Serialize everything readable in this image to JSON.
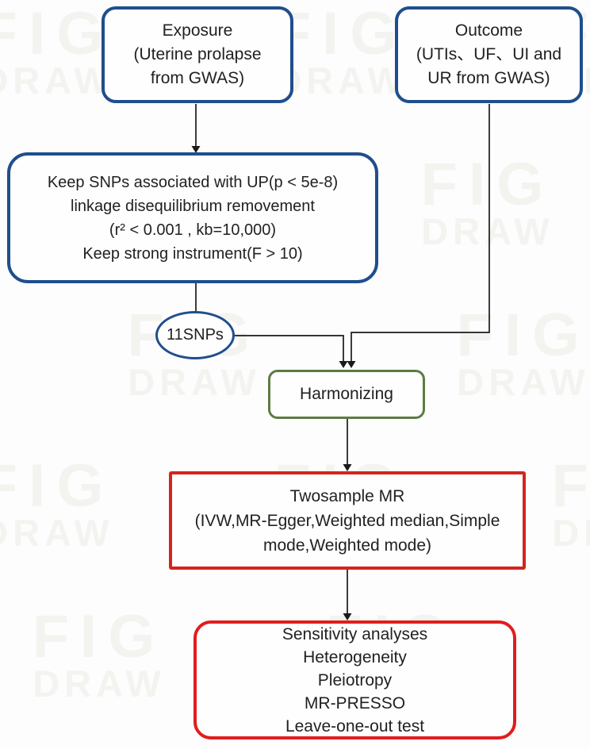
{
  "diagram": {
    "exposure": {
      "lines": [
        "Exposure",
        "(Uterine prolapse",
        "from GWAS)"
      ]
    },
    "outcome": {
      "lines": [
        "Outcome",
        "(UTIs、UF、UI and",
        "UR from GWAS)"
      ]
    },
    "snp_filter": {
      "lines": [
        "Keep SNPs associated with UP(p < 5e-8)",
        "linkage disequilibrium removement",
        "(r² < 0.001 , kb=10,000)",
        "Keep strong instrument(F > 10)"
      ]
    },
    "snp_count": {
      "label": "11SNPs"
    },
    "harmonizing": {
      "label": "Harmonizing"
    },
    "twosample_mr": {
      "lines": [
        "Twosample MR",
        "(IVW,MR-Egger,Weighted median,Simple",
        "mode,Weighted mode)"
      ]
    },
    "sensitivity": {
      "lines": [
        "Sensitivity analyses",
        "Heterogeneity",
        "Pleiotropy",
        "MR-PRESSO",
        "Leave-one-out test"
      ]
    }
  },
  "watermark": {
    "line1": "FIG",
    "line2": "DRAW"
  },
  "colors": {
    "blue": "#1f4e8c",
    "green": "#5d7b43",
    "red_twosample": "#d3251c",
    "red_sensitivity": "#e01d1d",
    "line": "#1a1a1a",
    "text": "#212121",
    "watermark": "#f3f3f0"
  }
}
